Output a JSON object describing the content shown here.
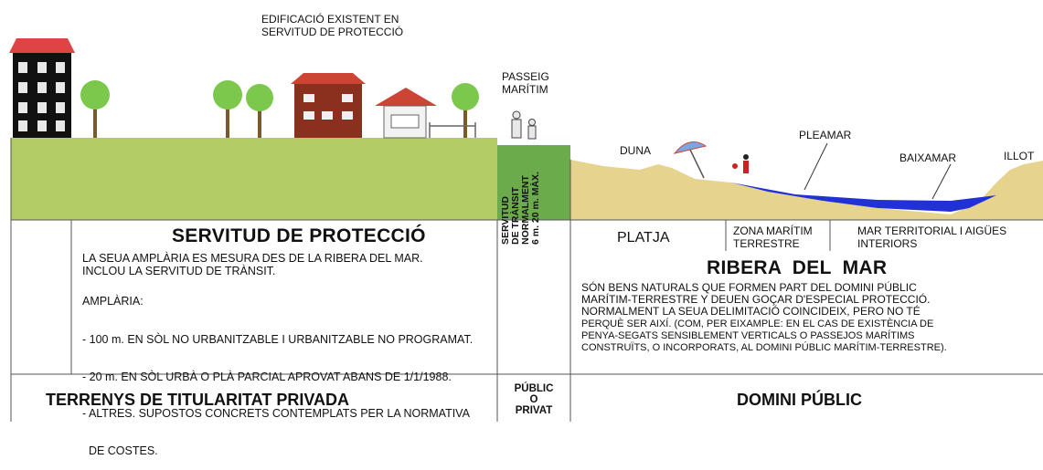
{
  "labels": {
    "existing_building": [
      "EDIFICACIÓ EXISTENT EN",
      "SERVITUD DE PROTECCIÓ"
    ],
    "promenade": [
      "PASSEIG",
      "MARÍTIM"
    ],
    "dune": "DUNA",
    "high_tide": "PLEAMAR",
    "low_tide": "BAIXAMAR",
    "islet": "ILLOT"
  },
  "transit_strip": [
    "SERVITUD",
    "DE TRÀNSIT",
    "NORMALMENT",
    "6 m. 20 m. MÀX."
  ],
  "protection": {
    "title": "SERVITUD DE PROTECCIÓ",
    "lines": [
      "LA SEUA AMPLÀRIA ES MESURA DES DE LA RIBERA DEL MAR.",
      "INCLOU LA SERVITUD DE TRÀNSIT."
    ],
    "width_heading": "AMPLÀRIA:",
    "width_items": [
      "- 100 m. EN SÒL NO URBANITZABLE I URBANITZABLE NO PROGRAMAT.",
      "- 20 m. EN SÒL URBÀ O PLÀ PARCIAL APROVAT ABANS DE 1/1/1988.",
      "- ALTRES. SUPOSTOS CONCRETS CONTEMPLATS PER LA NORMATIVA",
      "  DE COSTES."
    ]
  },
  "zones": {
    "beach": "PLATJA",
    "maritime_land_zone": [
      "ZONA MARÍTIM",
      "TERRESTRE"
    ],
    "territorial_sea": [
      "MAR TERRITORIAL I AIGÜES",
      "INTERIORS"
    ]
  },
  "seashore": {
    "title": "RIBERA  DEL  MAR",
    "lines": [
      "SÓN BENS NATURALS QUE FORMEN PART DEL DOMINI PÚBLIC",
      "MARÍTIM-TERRESTRE Y DEUEN GOÇAR D'ESPECIAL PROTECCIÓ.",
      "NORMALMENT LA SEUA DELIMITACIÓ COINCIDEIX, PERO NO TÉ",
      "PERQUÈ SER AIXÍ. (COM, PER EIXAMPLE: EN EL CAS DE EXISTÈNCIA DE",
      "PENYA-SEGATS SENSIBLEMENT VERTICALS O PASSEJOS MARÍTIMS",
      "CONSTRUÏTS, O INCORPORATS, AL DOMINI PÚBLIC MARÍTIM-TERRESTRE)."
    ]
  },
  "bottom": {
    "private_land": "TERRENYS DE TITULARITAT PRIVADA",
    "public_or_private": [
      "PÚBLIC",
      "O",
      "PRIVAT"
    ],
    "public_domain": "DOMINI PÚBLIC"
  },
  "colors": {
    "land": "#c6c97a",
    "hinterland": "#a8c96a",
    "transit": "#6fa94a",
    "sand": "#e8d58e",
    "sea": "#1f2fd6",
    "building": "#8b2f1f",
    "tree": "#79c84a"
  }
}
